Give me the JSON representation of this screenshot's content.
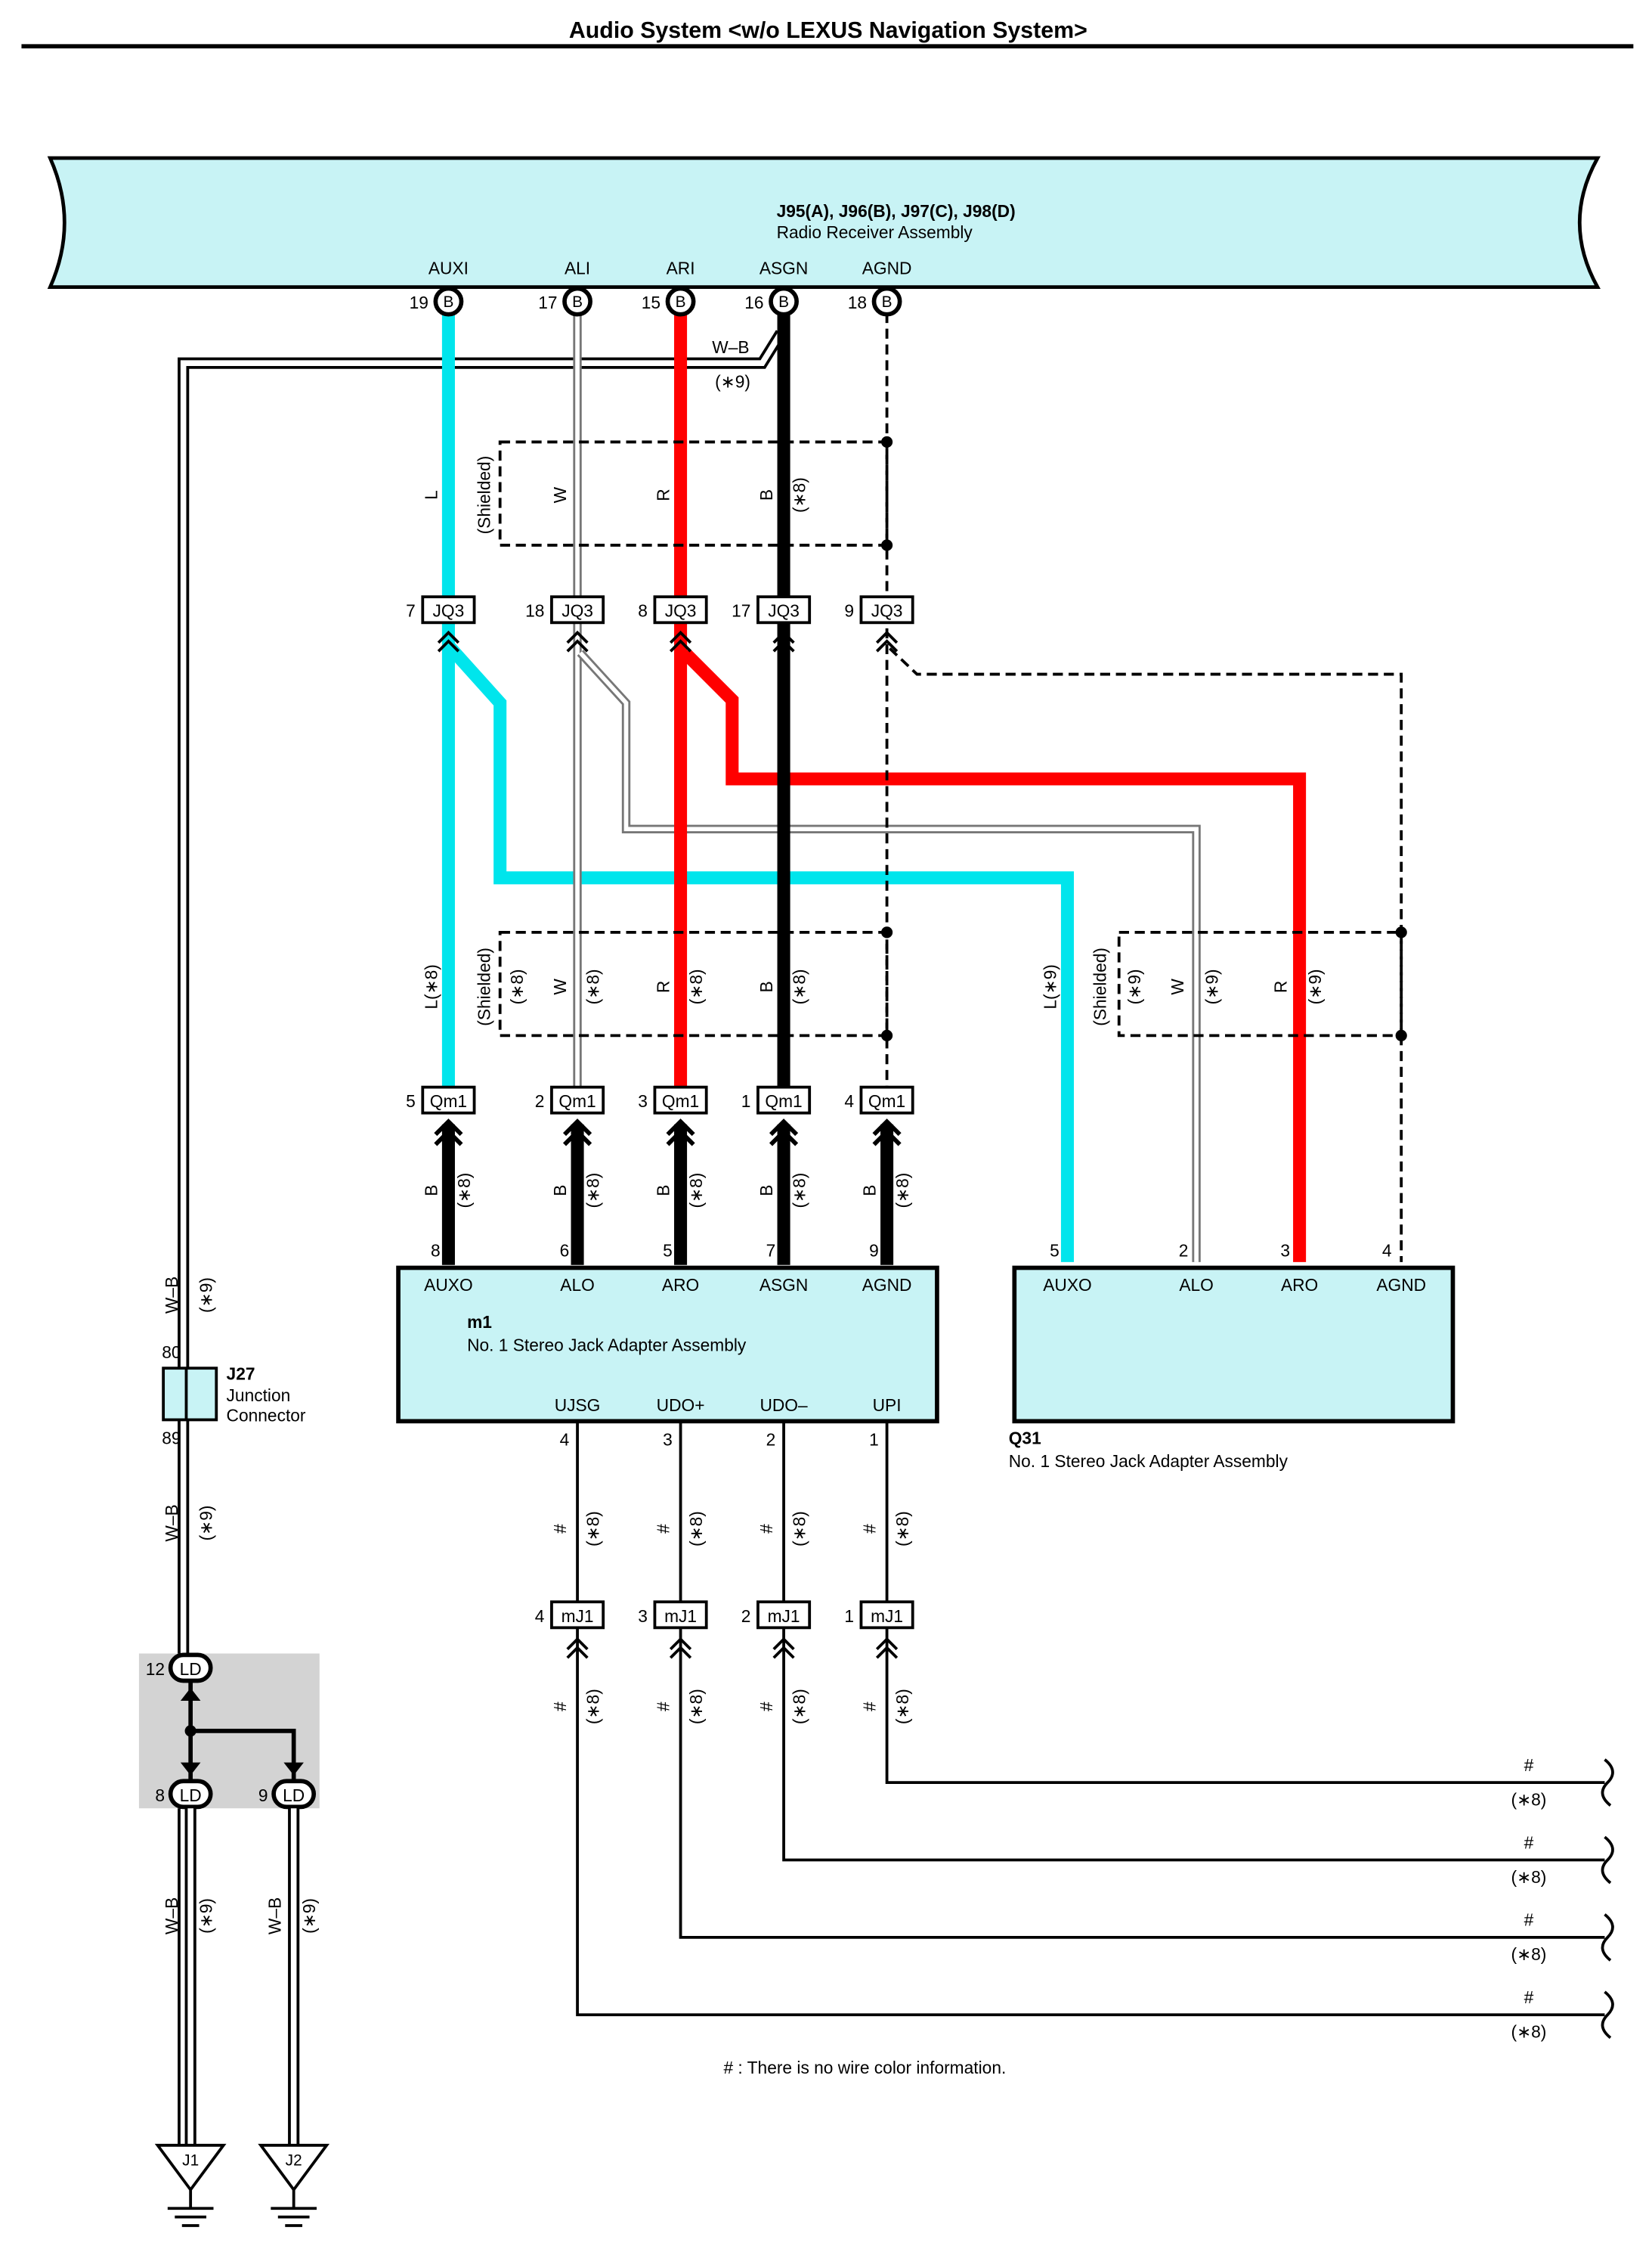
{
  "title": "Audio System <w/o LEXUS Navigation System>",
  "colors": {
    "cyan": "#00e5ec",
    "red": "#ff0000",
    "black": "#000000",
    "white_wire": "#ffffff",
    "component_fill": "#c8f3f5",
    "junction_fill": "#d3d3d3"
  },
  "radio": {
    "code": "J95(A), J96(B), J97(C), J98(D)",
    "name": "Radio Receiver Assembly",
    "connector": "B",
    "pins": [
      {
        "signal": "AUXI",
        "num": "19"
      },
      {
        "signal": "ALI",
        "num": "17"
      },
      {
        "signal": "ARI",
        "num": "15"
      },
      {
        "signal": "ASGN",
        "num": "16"
      },
      {
        "signal": "AGND",
        "num": "18"
      }
    ]
  },
  "wb_label": "W–B",
  "star9": "(∗9)",
  "star8": "(∗8)",
  "shielded": "(Shielded)",
  "upper_wire_colors": [
    "L",
    "W",
    "R",
    "B"
  ],
  "jq3": {
    "name": "JQ3",
    "pins": [
      "7",
      "18",
      "8",
      "17",
      "9"
    ]
  },
  "mid_left_wires": [
    "L(∗8)",
    "W",
    "R",
    "B"
  ],
  "mid_right_wires": [
    "L(∗9)",
    "W",
    "R"
  ],
  "qm1": {
    "name": "Qm1",
    "pins": [
      "5",
      "2",
      "3",
      "1",
      "4"
    ]
  },
  "b_wire": "B",
  "m1": {
    "code": "m1",
    "name": "No.  1 Stereo Jack Adapter Assembly",
    "top_pins": [
      {
        "num": "8",
        "signal": "AUXO"
      },
      {
        "num": "6",
        "signal": "ALO"
      },
      {
        "num": "5",
        "signal": "ARO"
      },
      {
        "num": "7",
        "signal": "ASGN"
      },
      {
        "num": "9",
        "signal": "AGND"
      }
    ],
    "bottom_pins": [
      {
        "num": "4",
        "signal": "UJSG"
      },
      {
        "num": "3",
        "signal": "UDO+"
      },
      {
        "num": "2",
        "signal": "UDO–"
      },
      {
        "num": "1",
        "signal": "UPI"
      }
    ]
  },
  "q31": {
    "code": "Q31",
    "name": "No.  1 Stereo Jack Adapter Assembly",
    "pins": [
      {
        "num": "5",
        "signal": "AUXO"
      },
      {
        "num": "2",
        "signal": "ALO"
      },
      {
        "num": "3",
        "signal": "ARO"
      },
      {
        "num": "4",
        "signal": "AGND"
      }
    ]
  },
  "mj1": {
    "name": "mJ1",
    "pins": [
      "4",
      "3",
      "2",
      "1"
    ]
  },
  "hash": "#",
  "j27": {
    "code": "J27",
    "name_line1": "Junction",
    "name_line2": "Connector",
    "pin_top": "80",
    "pin_bottom": "89"
  },
  "ld": {
    "name": "LD",
    "pin_top": "12",
    "pin_left": "8",
    "pin_right": "9"
  },
  "grounds": [
    "J1",
    "J2"
  ],
  "footnote": "# : There is no wire color information."
}
